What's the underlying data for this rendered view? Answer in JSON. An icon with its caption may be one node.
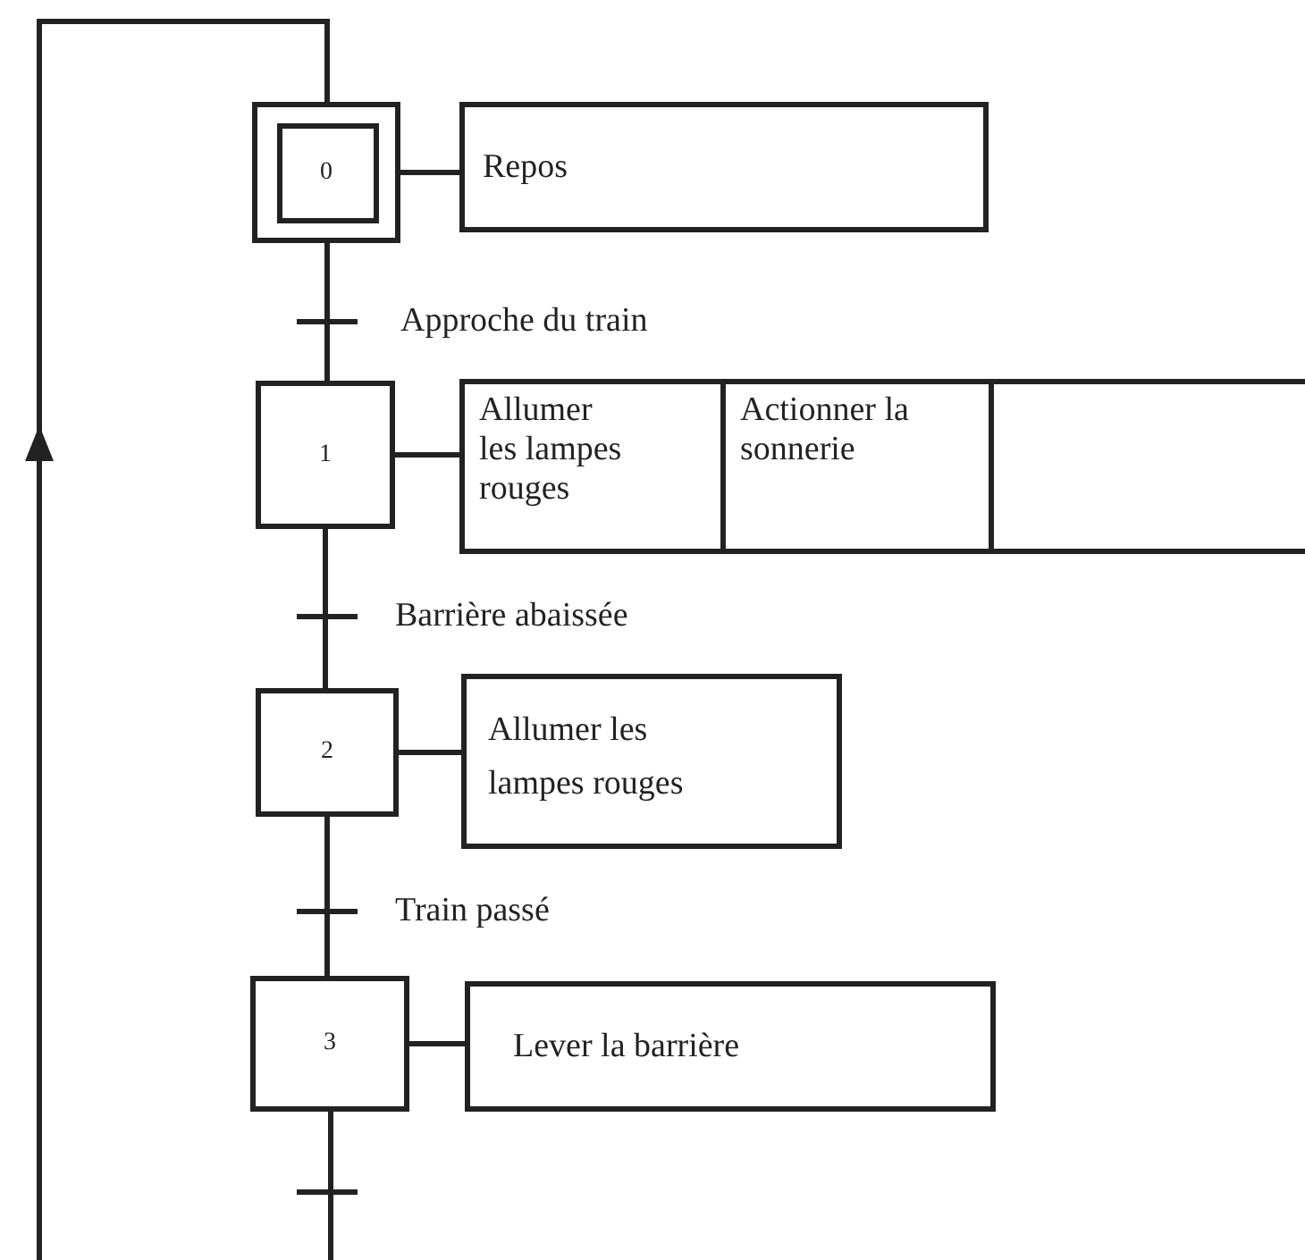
{
  "diagram": {
    "nodes": [
      {
        "text": [
          "0"
        ]
      },
      {
        "text": [
          "Repos"
        ]
      },
      {
        "text": [
          "1"
        ]
      },
      {
        "text": [
          "Allumer les lampes rouges"
        ]
      },
      {
        "text": [
          "Actionner la sonnerie"
        ]
      },
      {
        "text": [],
        "shape": "box"
      },
      {
        "text": [
          "2"
        ]
      },
      {
        "text": [
          "Allumer les lampes rouges"
        ]
      },
      {
        "text": [
          "3"
        ]
      },
      {
        "text": [
          "Lever la barrière"
        ]
      }
    ],
    "edges": [
      {
        "from": 0,
        "to": 1,
        "arrow": "none"
      },
      {
        "from": 0,
        "to": 2,
        "arrow": "none",
        "label": "Approche du train"
      },
      {
        "from": 2,
        "to": 3,
        "arrow": "none"
      },
      {
        "from": 2,
        "to": 6,
        "arrow": "none",
        "label": "Barrière abaissée"
      },
      {
        "from": 6,
        "to": 7,
        "arrow": "none"
      },
      {
        "from": 6,
        "to": 8,
        "arrow": "none",
        "label": "Train passé"
      },
      {
        "from": 8,
        "to": 9,
        "arrow": "none"
      },
      {
        "from": 8,
        "to": 0,
        "arrow": "to"
      }
    ]
  }
}
